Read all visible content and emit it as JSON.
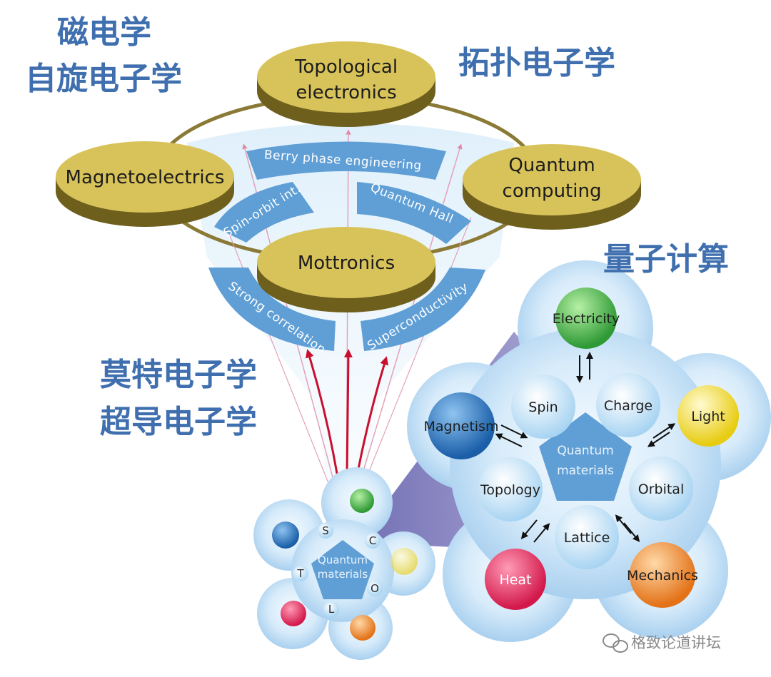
{
  "chinese_labels": {
    "magnetoelectric": "磁电学",
    "spintronics": "自旋电子学",
    "topological": "拓扑电子学",
    "quantum_computing": "量子计算",
    "mottronics": "莫特电子学",
    "superconducting": "超导电子学"
  },
  "disks": {
    "topological": [
      "Topological",
      "electronics"
    ],
    "magnetoelectrics": "Magnetoelectrics",
    "quantum": [
      "Quantum",
      "computing"
    ],
    "mottronics": "Mottronics"
  },
  "bands": {
    "berry": "Berry phase engineering",
    "spin_orbit": "Spin-orbit int.",
    "quantum_hall": "Quantum Hall",
    "strong_correlation": "Strong correlation",
    "superconductivity": "Superconductivity"
  },
  "small_cluster": {
    "center": [
      "Quantum",
      "materials"
    ],
    "letters": [
      "S",
      "C",
      "O",
      "L",
      "T"
    ]
  },
  "large_cluster": {
    "center": [
      "Quantum",
      "materials"
    ],
    "inner": [
      "Spin",
      "Charge",
      "Orbital",
      "Lattice",
      "Topology"
    ],
    "outer": [
      "Electricity",
      "Light",
      "Mechanics",
      "Heat",
      "Magnetism"
    ]
  },
  "watermark": "格致论道讲坛",
  "colors": {
    "chinese_text": "#3f6fae",
    "disk_gold": "#d8c35a",
    "band_blue": "#5f9fd6",
    "arrow_red": "#c8102e"
  }
}
